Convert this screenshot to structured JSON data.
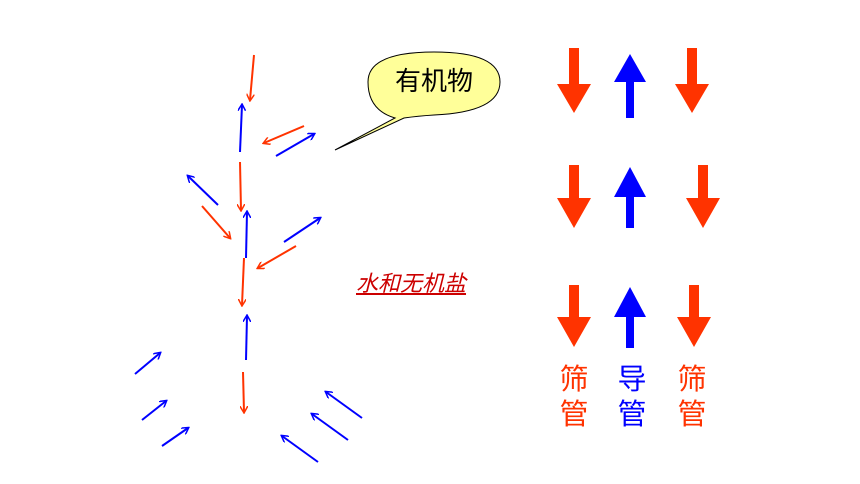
{
  "colors": {
    "sugar": "#ff3300",
    "water": "#0000ff",
    "bubble_fill": "#ffff99",
    "caption": "#cc0000"
  },
  "bubble": {
    "label": "有机物"
  },
  "caption": {
    "label": "水和无机盐"
  },
  "columns": [
    {
      "label_line1": "筛",
      "label_line2": "管",
      "flow": "down",
      "color_key": "sugar"
    },
    {
      "label_line1": "导",
      "label_line2": "管",
      "flow": "up",
      "color_key": "water"
    },
    {
      "label_line1": "筛",
      "label_line2": "管",
      "flow": "down",
      "color_key": "sugar"
    }
  ]
}
